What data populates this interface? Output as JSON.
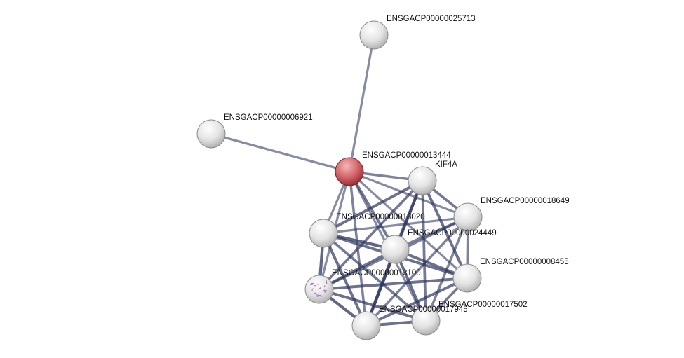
{
  "network": {
    "nodes": [
      {
        "id": "25713",
        "label": "ENSGACP00000025713",
        "type": "plain"
      },
      {
        "id": "6921",
        "label": "ENSGACP00000006921",
        "type": "plain"
      },
      {
        "id": "13444",
        "label": "ENSGACP00000013444",
        "type": "query"
      },
      {
        "id": "KIF4A",
        "label": "KIF4A",
        "type": "plain"
      },
      {
        "id": "18649",
        "label": "ENSGACP00000018649",
        "type": "plain"
      },
      {
        "id": "18020",
        "label": "ENSGACP00000018020",
        "type": "plain"
      },
      {
        "id": "24449",
        "label": "ENSGACP00000024449",
        "type": "plain"
      },
      {
        "id": "8455",
        "label": "ENSGACP00000008455",
        "type": "plain"
      },
      {
        "id": "13100",
        "label": "ENSGACP00000013100",
        "type": "structure"
      },
      {
        "id": "17502",
        "label": "ENSGACP00000017502",
        "type": "plain"
      },
      {
        "id": "17945",
        "label": "ENSGACP00000017945",
        "type": "plain"
      }
    ],
    "edges": [
      [
        "13444",
        "25713",
        0.5
      ],
      [
        "13444",
        "6921",
        0.5
      ],
      [
        "13444",
        "KIF4A",
        0.6
      ],
      [
        "13444",
        "18649",
        0.5
      ],
      [
        "13444",
        "18020",
        0.5
      ],
      [
        "13444",
        "24449",
        0.7
      ],
      [
        "13444",
        "8455",
        0.5
      ],
      [
        "13444",
        "13100",
        0.5
      ],
      [
        "13444",
        "17502",
        0.5
      ],
      [
        "13444",
        "17945",
        0.6
      ],
      [
        "KIF4A",
        "18649",
        0.7
      ],
      [
        "KIF4A",
        "18020",
        0.8
      ],
      [
        "KIF4A",
        "24449",
        0.9
      ],
      [
        "KIF4A",
        "8455",
        0.8
      ],
      [
        "KIF4A",
        "13100",
        0.7
      ],
      [
        "KIF4A",
        "17502",
        0.7
      ],
      [
        "KIF4A",
        "17945",
        0.7
      ],
      [
        "18649",
        "18020",
        0.5
      ],
      [
        "18649",
        "24449",
        0.6
      ],
      [
        "18649",
        "8455",
        0.6
      ],
      [
        "18649",
        "13100",
        0.6
      ],
      [
        "18649",
        "17502",
        0.6
      ],
      [
        "18649",
        "17945",
        0.6
      ],
      [
        "18020",
        "24449",
        0.9
      ],
      [
        "18020",
        "8455",
        0.8
      ],
      [
        "18020",
        "13100",
        0.9
      ],
      [
        "18020",
        "17502",
        0.7
      ],
      [
        "18020",
        "17945",
        0.8
      ],
      [
        "24449",
        "8455",
        0.8
      ],
      [
        "24449",
        "13100",
        0.8
      ],
      [
        "24449",
        "17502",
        0.8
      ],
      [
        "24449",
        "17945",
        1.0
      ],
      [
        "8455",
        "13100",
        0.8
      ],
      [
        "8455",
        "17502",
        0.7
      ],
      [
        "8455",
        "17945",
        0.8
      ],
      [
        "13100",
        "17502",
        0.8
      ],
      [
        "13100",
        "17945",
        0.9
      ],
      [
        "17502",
        "17945",
        0.8
      ]
    ]
  },
  "colors": {
    "edge": "#2e3760",
    "query": "#c8565b",
    "plain": "#e6e6e6",
    "structure": "#b070c8"
  }
}
